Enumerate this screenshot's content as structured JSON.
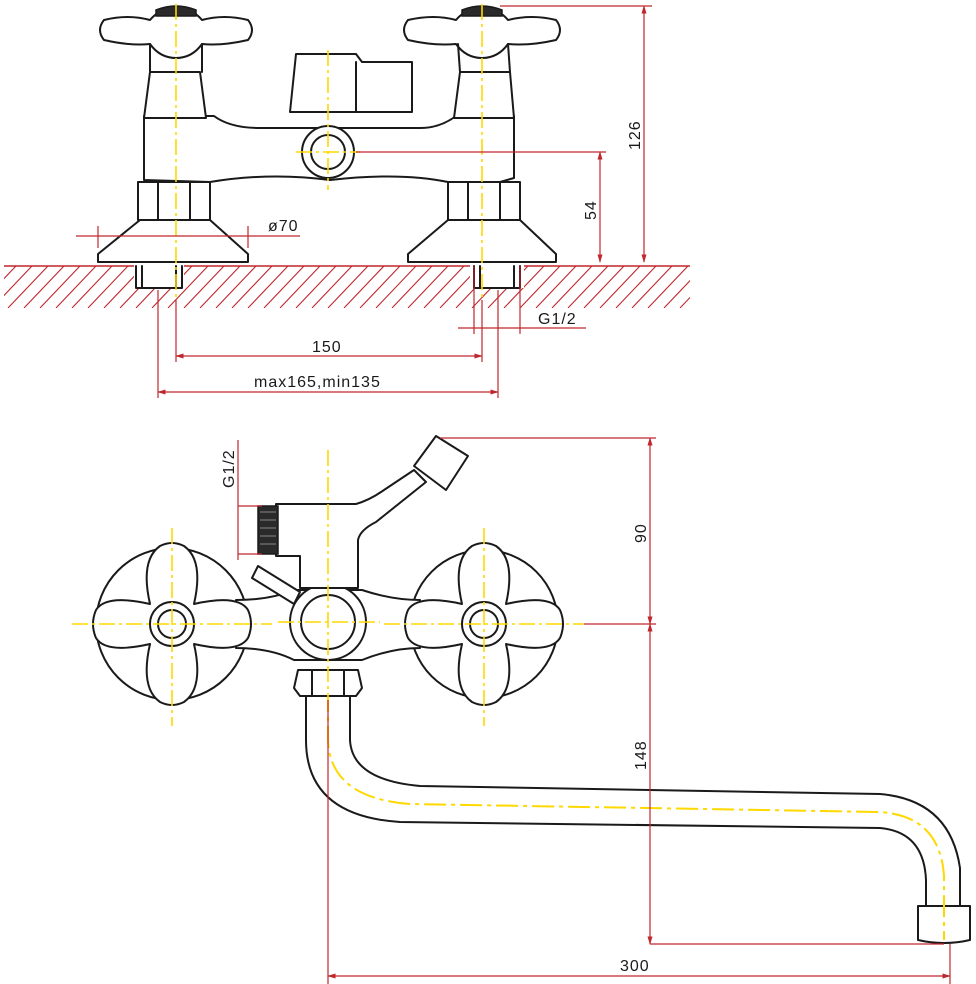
{
  "colors": {
    "outline": "#1a1a1a",
    "dimension": "#c0272d",
    "centerline": "#ffd800",
    "background": "#ffffff"
  },
  "front_view": {
    "dim_height_126": "126",
    "dim_height_54": "54",
    "dim_diameter_70": "ø70",
    "dim_thread_g12": "G1/2",
    "dim_centers_150": "150",
    "dim_range": "max165,min135"
  },
  "side_view": {
    "dim_thread_g12": "G1/2",
    "dim_height_90": "90",
    "dim_height_148": "148",
    "dim_spout_300": "300"
  }
}
